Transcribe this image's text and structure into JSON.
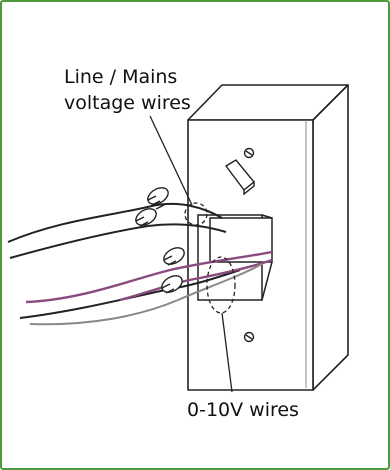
{
  "labels": {
    "line_mains_1": "Line / Mains",
    "line_mains_2": "voltage wires",
    "zero_ten_v": "0-10V wires"
  },
  "colors": {
    "frame_border": "#4f9a3c",
    "purple_wire": "#8a4a7e",
    "outline": "#222222"
  }
}
